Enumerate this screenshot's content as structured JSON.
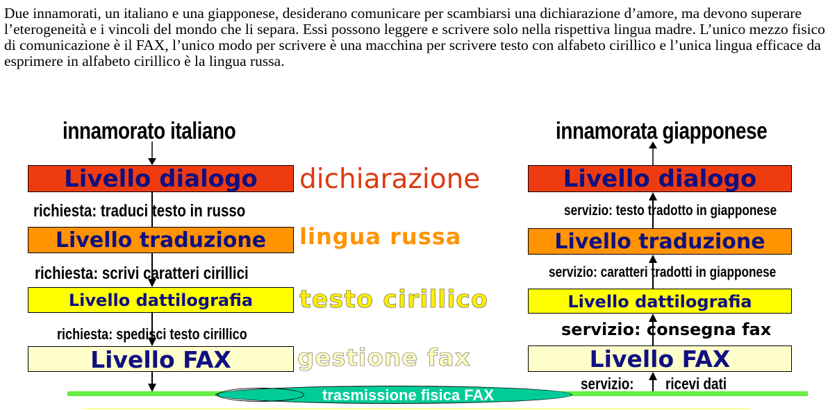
{
  "intro": "Due innamorati, un italiano e una giapponese, desiderano comunicare per scambiarsi una dichiarazione d’amore, ma devono superare l’eterogeneità e i vincoli del mondo che li separa. Essi possono leggere e scrivere solo nella rispettiva lingua madre. L’unico mezzo fisico di comunicazione è il FAX, l’unico modo per scrivere è una macchina per scrivere testo con alfabeto cirillico e l’unica lingua efficace da esprimere in alfabeto cirillico è la lingua russa.",
  "left": {
    "title": "innamorato italiano",
    "levels": [
      "Livello dialogo",
      "Livello traduzione",
      "Livello dattilografia",
      "Livello FAX"
    ],
    "requests": [
      "richiesta: traduci testo in russo",
      "richiesta: scrivi caratteri cirillici",
      "richiesta: spedisci testo cirillico"
    ]
  },
  "right": {
    "title": "innamorata giapponese",
    "levels": [
      "Livello dialogo",
      "Livello traduzione",
      "Livello dattilografia",
      "Livello FAX"
    ],
    "services": [
      "servizio: testo tradotto in giapponese",
      "servizio: caratteri tradotti in giapponese",
      "servizio: consegna fax",
      "servizio:",
      "ricevi dati"
    ]
  },
  "protocols": [
    "dichiarazione",
    "lingua russa",
    "testo cirillico",
    "gestione fax"
  ],
  "physical": "trasmissione fisica FAX",
  "colors": {
    "dialogo": "#ee3c10",
    "traduzione": "#ff9300",
    "dattilografia": "#ffff00",
    "fax": "#ffffcc",
    "link": "#66ee44",
    "channel": "#00cc99",
    "box_text": "#101080"
  }
}
